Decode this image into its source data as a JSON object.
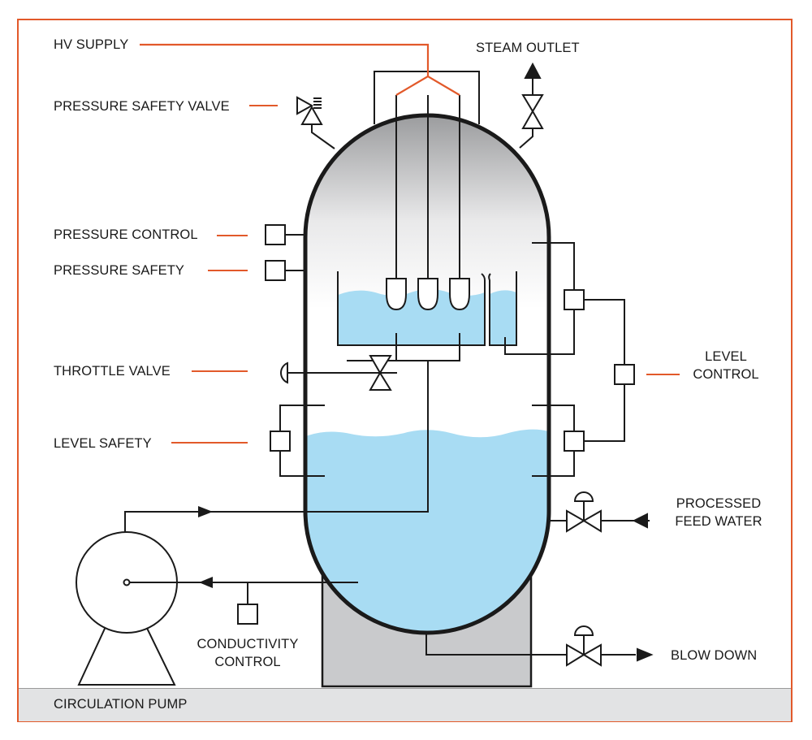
{
  "colors": {
    "frame": "#e2592a",
    "leader_line": "#e2592a",
    "water": "#a8dcf3",
    "vessel_outline": "#1a1a1a",
    "plinth": "#c9cacc",
    "ground": "#e2e3e4"
  },
  "labels": {
    "hv_supply": "HV SUPPLY",
    "steam_outlet": "STEAM OUTLET",
    "pressure_safety_valve": "PRESSURE SAFETY VALVE",
    "pressure_control": "PRESSURE CONTROL",
    "pressure_safety": "PRESSURE SAFETY",
    "throttle_valve": "THROTTLE VALVE",
    "level_safety": "LEVEL SAFETY",
    "level_control_line1": "LEVEL",
    "level_control_line2": "CONTROL",
    "processed_feed_water_line1": "PROCESSED",
    "processed_feed_water_line2": "FEED WATER",
    "conductivity_control_line1": "CONDUCTIVITY",
    "conductivity_control_line2": "CONTROL",
    "blow_down": "BLOW DOWN",
    "circulation_pump": "CIRCULATION PUMP"
  },
  "icons": [
    "safety-valve-icon",
    "gate-valve-icon",
    "diaphragm-actuator-icon",
    "instrument-box-icon",
    "flow-arrow-icon",
    "pump-icon",
    "electrode-icon"
  ]
}
